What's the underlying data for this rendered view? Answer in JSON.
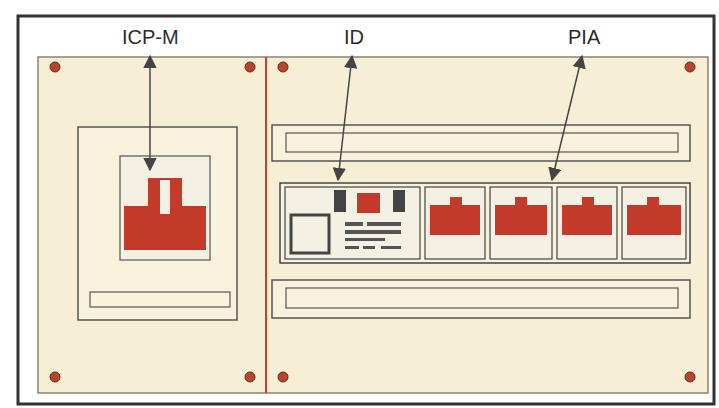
{
  "diagram": {
    "labels": [
      "ICP-M",
      "ID",
      "PIA"
    ]
  }
}
